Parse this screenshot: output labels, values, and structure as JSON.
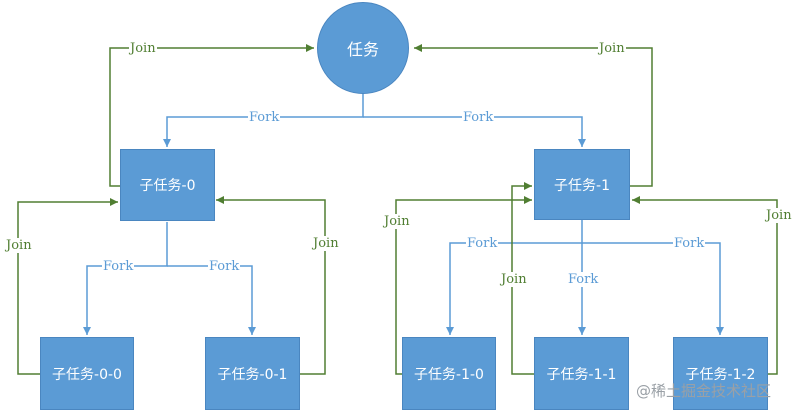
{
  "nodes": {
    "root": "任务",
    "sub0": "子任务-0",
    "sub1": "子任务-1",
    "sub00": "子任务-0-0",
    "sub01": "子任务-0-1",
    "sub10": "子任务-1-0",
    "sub11": "子任务-1-1",
    "sub12": "子任务-1-2"
  },
  "edge_labels": {
    "fork": "Fork",
    "join": "Join"
  },
  "colors": {
    "node": "#5b9bd5",
    "fork": "#5b9bd5",
    "join": "#507e32"
  },
  "watermark": "@稀土掘金技术社区"
}
